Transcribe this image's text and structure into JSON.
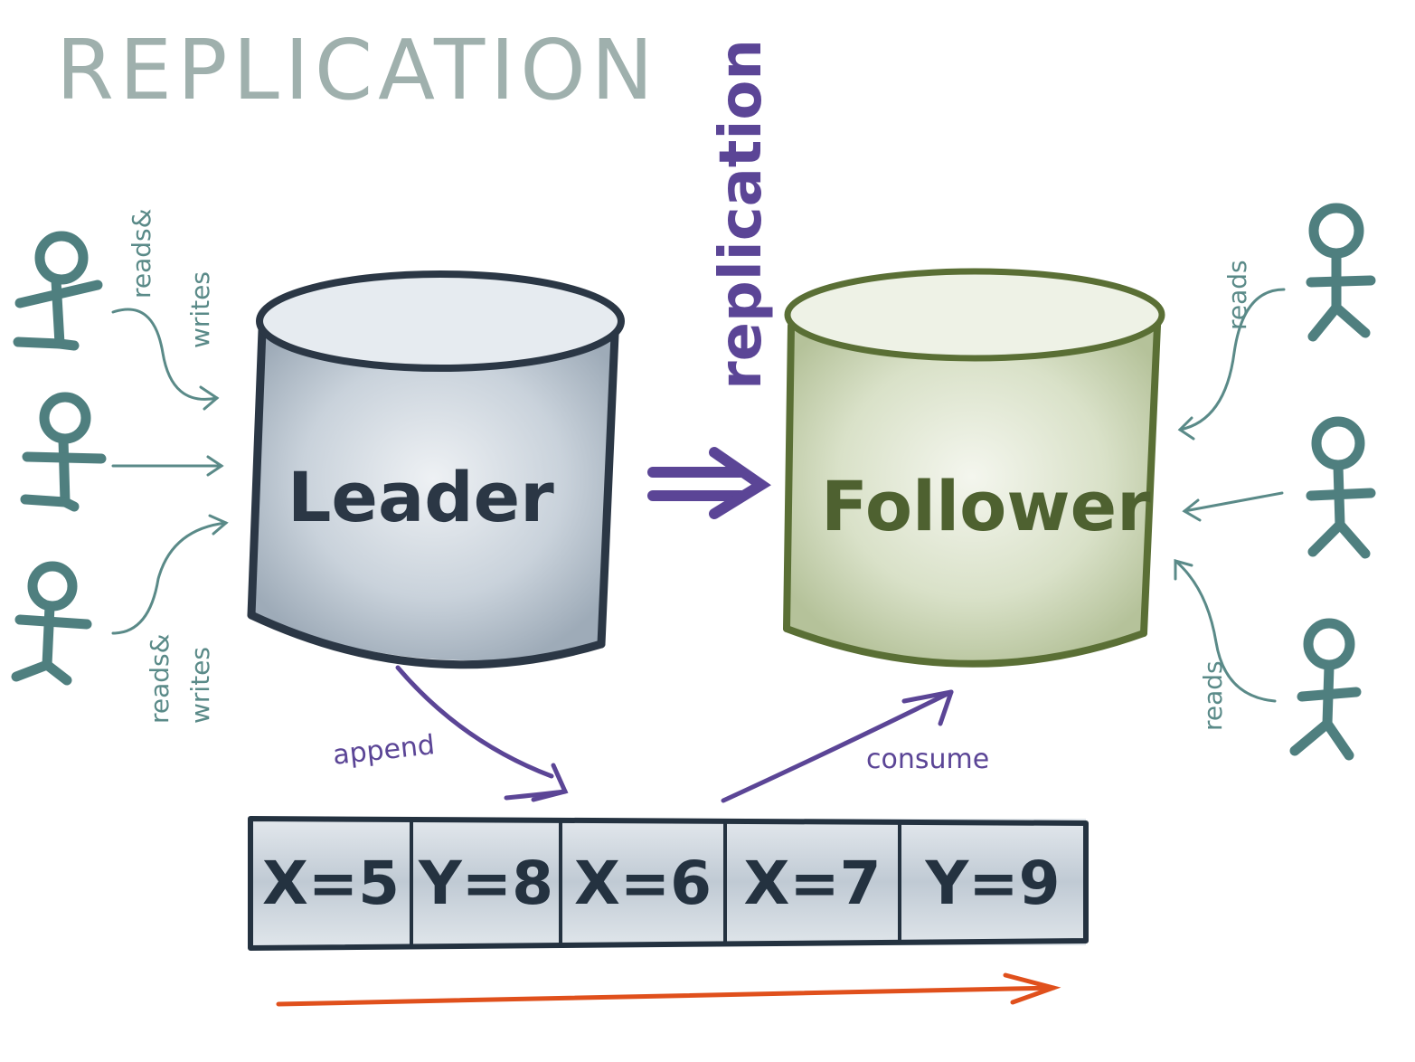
{
  "title": "REPLICATION",
  "replication_label": "replication",
  "leader": {
    "label": "Leader"
  },
  "follower": {
    "label": "Follower"
  },
  "left_clients": {
    "top_label_line1": "reads&",
    "top_label_line2": "writes",
    "bottom_label_line1": "reads&",
    "bottom_label_line2": "writes"
  },
  "right_clients": {
    "top_label": "reads",
    "bottom_label": "reads"
  },
  "append_label": "append",
  "consume_label": "consume",
  "log_entries": [
    "X=5",
    "Y=8",
    "X=6",
    "X=7",
    "Y=9"
  ],
  "colors": {
    "title": "#9fb0ad",
    "leader": "#2b3745",
    "leader_fill": "#c5ced8",
    "follower": "#5a6f35",
    "follower_fill": "#d7dfc5",
    "replication": "#5b4596",
    "clients": "#4f7f7f",
    "log_arrow": "#e0501c"
  }
}
